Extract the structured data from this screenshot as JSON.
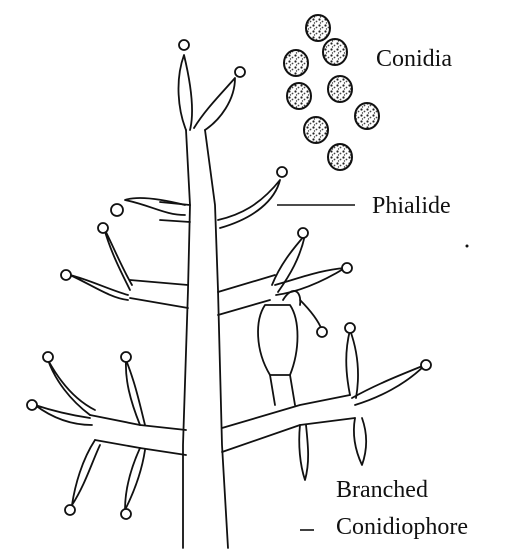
{
  "labels": {
    "conidia": "Conidia",
    "phialide": "Phialide",
    "conidiophore_line1": "Branched",
    "conidiophore_line2": "Conidiophore"
  },
  "colors": {
    "ink": "#111111",
    "background": "#ffffff"
  }
}
